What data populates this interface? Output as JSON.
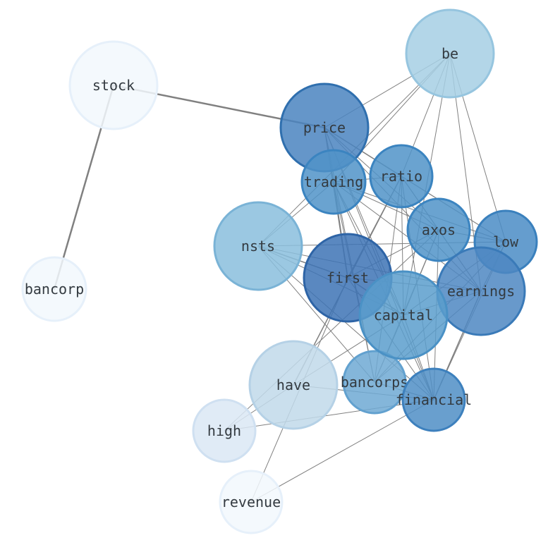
{
  "nodes": [
    {
      "id": "stock",
      "label": "stock",
      "fill": "#f2f8fd",
      "stroke": "#e6f0fa",
      "strength": "low"
    },
    {
      "id": "bancorp",
      "label": "bancorp",
      "fill": "#f2f8fd",
      "stroke": "#e6f0fa",
      "strength": "low"
    },
    {
      "id": "be",
      "label": "be",
      "fill": "#a6cfe4",
      "stroke": "#96c5df",
      "strength": "medium"
    },
    {
      "id": "price",
      "label": "price",
      "fill": "#4a84bf",
      "stroke": "#2f6fae",
      "strength": "high"
    },
    {
      "id": "trading",
      "label": "trading",
      "fill": "#5093c8",
      "stroke": "#3b84c0",
      "strength": "high"
    },
    {
      "id": "ratio",
      "label": "ratio",
      "fill": "#5093c8",
      "stroke": "#3b84c0",
      "strength": "high"
    },
    {
      "id": "axos",
      "label": "axos",
      "fill": "#5093c8",
      "stroke": "#3b84c0",
      "strength": "high"
    },
    {
      "id": "low",
      "label": "low",
      "fill": "#4a8cc6",
      "stroke": "#3a80bd",
      "strength": "high"
    },
    {
      "id": "nsts",
      "label": "nsts",
      "fill": "#8abedd",
      "stroke": "#7ab3d6",
      "strength": "medium"
    },
    {
      "id": "first",
      "label": "first",
      "fill": "#3d73b5",
      "stroke": "#2e64a6",
      "strength": "high"
    },
    {
      "id": "earnings",
      "label": "earnings",
      "fill": "#4d87c2",
      "stroke": "#3a7ab8",
      "strength": "high"
    },
    {
      "id": "capital",
      "label": "capital",
      "fill": "#5b9dcc",
      "stroke": "#4a91c5",
      "strength": "high"
    },
    {
      "id": "have",
      "label": "have",
      "fill": "#c1d9ea",
      "stroke": "#b5d1e6",
      "strength": "low"
    },
    {
      "id": "bancorps",
      "label": "bancorps",
      "fill": "#6fa9d3",
      "stroke": "#62a1cf",
      "strength": "medium"
    },
    {
      "id": "financial",
      "label": "financial",
      "fill": "#4f8ec6",
      "stroke": "#3d80bd",
      "strength": "high"
    },
    {
      "id": "high",
      "label": "high",
      "fill": "#dbe8f5",
      "stroke": "#cfe0f1",
      "strength": "low"
    },
    {
      "id": "revenue",
      "label": "revenue",
      "fill": "#f2f8fd",
      "stroke": "#e6f0fa",
      "strength": "low"
    }
  ],
  "edges": [
    {
      "source": "stock",
      "target": "price",
      "weight": 2.5
    },
    {
      "source": "stock",
      "target": "bancorp",
      "weight": 2.5
    },
    {
      "source": "be",
      "target": "price",
      "weight": 1
    },
    {
      "source": "be",
      "target": "ratio",
      "weight": 1
    },
    {
      "source": "be",
      "target": "trading",
      "weight": 1
    },
    {
      "source": "be",
      "target": "low",
      "weight": 1
    },
    {
      "source": "be",
      "target": "earnings",
      "weight": 1
    },
    {
      "source": "be",
      "target": "capital",
      "weight": 1
    },
    {
      "source": "be",
      "target": "nsts",
      "weight": 1
    },
    {
      "source": "price",
      "target": "trading",
      "weight": 1
    },
    {
      "source": "price",
      "target": "ratio",
      "weight": 1.5
    },
    {
      "source": "price",
      "target": "axos",
      "weight": 1
    },
    {
      "source": "price",
      "target": "low",
      "weight": 1
    },
    {
      "source": "price",
      "target": "earnings",
      "weight": 1
    },
    {
      "source": "price",
      "target": "first",
      "weight": 1.5
    },
    {
      "source": "price",
      "target": "capital",
      "weight": 1
    },
    {
      "source": "price",
      "target": "financial",
      "weight": 1
    },
    {
      "source": "price",
      "target": "bancorps",
      "weight": 1
    },
    {
      "source": "trading",
      "target": "ratio",
      "weight": 1
    },
    {
      "source": "trading",
      "target": "axos",
      "weight": 1
    },
    {
      "source": "trading",
      "target": "low",
      "weight": 1
    },
    {
      "source": "trading",
      "target": "nsts",
      "weight": 1
    },
    {
      "source": "trading",
      "target": "first",
      "weight": 1.5
    },
    {
      "source": "trading",
      "target": "capital",
      "weight": 1
    },
    {
      "source": "trading",
      "target": "earnings",
      "weight": 1
    },
    {
      "source": "trading",
      "target": "financial",
      "weight": 1
    },
    {
      "source": "trading",
      "target": "bancorps",
      "weight": 1
    },
    {
      "source": "ratio",
      "target": "axos",
      "weight": 1
    },
    {
      "source": "ratio",
      "target": "low",
      "weight": 1
    },
    {
      "source": "ratio",
      "target": "earnings",
      "weight": 1
    },
    {
      "source": "ratio",
      "target": "first",
      "weight": 1
    },
    {
      "source": "ratio",
      "target": "capital",
      "weight": 1
    },
    {
      "source": "ratio",
      "target": "financial",
      "weight": 1
    },
    {
      "source": "ratio",
      "target": "have",
      "weight": 1.5
    },
    {
      "source": "ratio",
      "target": "bancorps",
      "weight": 1
    },
    {
      "source": "axos",
      "target": "low",
      "weight": 1
    },
    {
      "source": "axos",
      "target": "earnings",
      "weight": 1
    },
    {
      "source": "axos",
      "target": "first",
      "weight": 1
    },
    {
      "source": "axos",
      "target": "capital",
      "weight": 1
    },
    {
      "source": "axos",
      "target": "financial",
      "weight": 1
    },
    {
      "source": "axos",
      "target": "bancorps",
      "weight": 1
    },
    {
      "source": "axos",
      "target": "high",
      "weight": 1
    },
    {
      "source": "low",
      "target": "earnings",
      "weight": 1
    },
    {
      "source": "low",
      "target": "capital",
      "weight": 1
    },
    {
      "source": "low",
      "target": "nsts",
      "weight": 1
    },
    {
      "source": "low",
      "target": "financial",
      "weight": 1
    },
    {
      "source": "low",
      "target": "bancorps",
      "weight": 1
    },
    {
      "source": "nsts",
      "target": "first",
      "weight": 1.5
    },
    {
      "source": "nsts",
      "target": "capital",
      "weight": 1
    },
    {
      "source": "nsts",
      "target": "earnings",
      "weight": 1
    },
    {
      "source": "nsts",
      "target": "bancorps",
      "weight": 1
    },
    {
      "source": "nsts",
      "target": "financial",
      "weight": 1
    },
    {
      "source": "first",
      "target": "capital",
      "weight": 1.5
    },
    {
      "source": "first",
      "target": "earnings",
      "weight": 1
    },
    {
      "source": "first",
      "target": "financial",
      "weight": 1
    },
    {
      "source": "first",
      "target": "revenue",
      "weight": 1
    },
    {
      "source": "capital",
      "target": "earnings",
      "weight": 1
    },
    {
      "source": "capital",
      "target": "financial",
      "weight": 1
    },
    {
      "source": "capital",
      "target": "bancorps",
      "weight": 1
    },
    {
      "source": "capital",
      "target": "have",
      "weight": 1
    },
    {
      "source": "earnings",
      "target": "financial",
      "weight": 1.5
    },
    {
      "source": "earnings",
      "target": "bancorps",
      "weight": 1
    },
    {
      "source": "have",
      "target": "financial",
      "weight": 1
    },
    {
      "source": "have",
      "target": "high",
      "weight": 1
    },
    {
      "source": "bancorps",
      "target": "financial",
      "weight": 1
    },
    {
      "source": "financial",
      "target": "high",
      "weight": 1
    },
    {
      "source": "financial",
      "target": "revenue",
      "weight": 1
    }
  ]
}
